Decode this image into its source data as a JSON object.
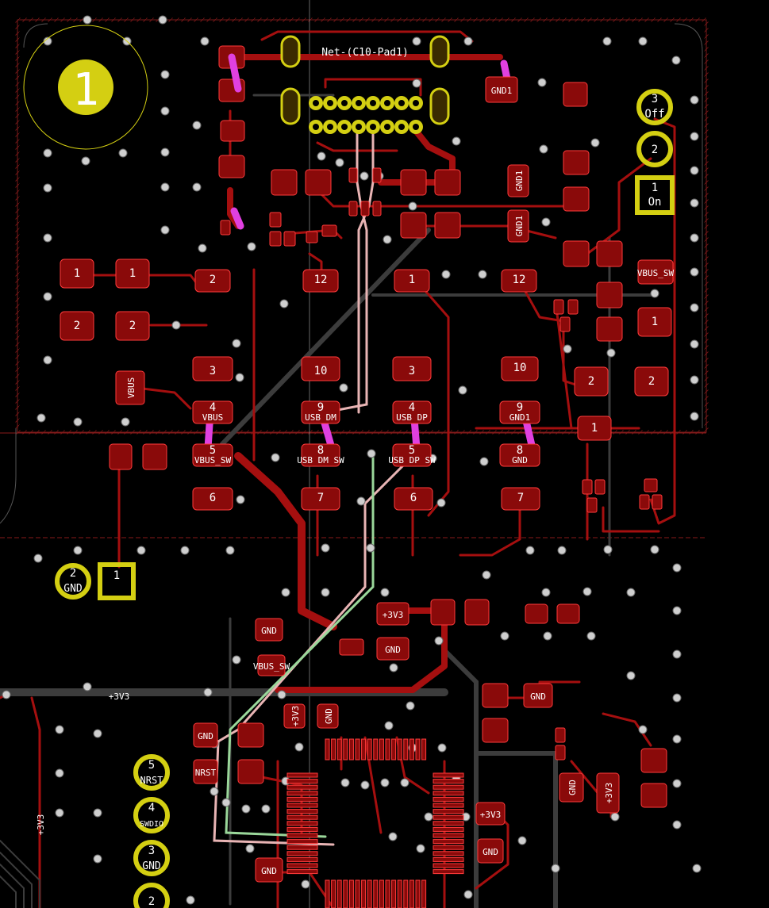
{
  "board": {
    "net_label": "Net-(C10-Pad1)",
    "fiducial_label": "1",
    "colors": {
      "copper": "#a50f0f",
      "pad_outline": "#ff3b3b",
      "silkscreen": "#d4cf12",
      "ratsnest": "#e040e0",
      "via": "#cfcfcf"
    }
  },
  "switch": {
    "pins": [
      {
        "num": "3",
        "name": "Off"
      },
      {
        "num": "2",
        "name": ""
      },
      {
        "num": "1",
        "name": "On"
      }
    ]
  },
  "connector_left": {
    "pins": [
      {
        "num": "2",
        "name": "GND"
      },
      {
        "num": "1",
        "name": ""
      }
    ]
  },
  "debug_header": {
    "pins": [
      {
        "num": "5",
        "name": "NRST"
      },
      {
        "num": "4",
        "name": "SWDIO"
      },
      {
        "num": "3",
        "name": "GND"
      },
      {
        "num": "2",
        "name": ""
      }
    ]
  },
  "ic_pins": [
    {
      "num": "9",
      "name": "USB DM"
    },
    {
      "num": "4",
      "name": "USB DP"
    },
    {
      "num": "4",
      "name": "VBUS"
    },
    {
      "num": "5",
      "name": "VBUS_SW"
    },
    {
      "num": "9",
      "name": "GND1"
    },
    {
      "num": "8",
      "name": "GND"
    },
    {
      "num": "8",
      "name": "USB DM SW"
    },
    {
      "num": "5",
      "name": "USB DP SW"
    }
  ],
  "part_labels": [
    "3",
    "10",
    "3",
    "1",
    "2",
    "12",
    "12",
    "1",
    "1",
    "1",
    "2",
    "2",
    "2",
    "2",
    "1",
    "10",
    "9",
    "8",
    "7",
    "6",
    "7",
    "6"
  ],
  "net_labels": [
    "GND",
    "GND",
    "+3V3",
    "GND",
    "+3V3",
    "GND",
    "GND",
    "+3V3",
    "GND",
    "+3V3",
    "GND",
    "GND",
    "NRST",
    "GND",
    "VBUS_SW",
    "GND1",
    "GND1",
    "GND1",
    "VBUS_SW",
    "VBUS",
    "VBUS_SW",
    "+3V3",
    "+3V3",
    "+3V3",
    "+3V3"
  ]
}
